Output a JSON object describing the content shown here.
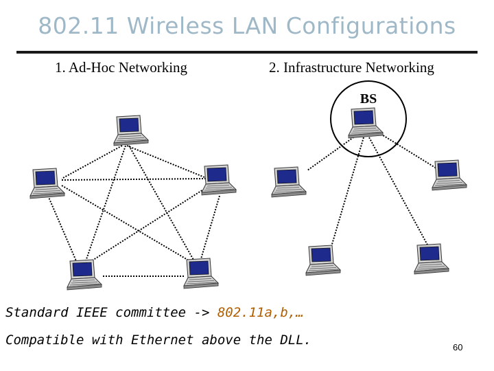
{
  "title": "802.11 Wireless LAN Configurations",
  "sections": {
    "adhoc": "1. Ad-Hoc Networking",
    "infra": "2. Infrastructure Networking"
  },
  "base_station_label": "BS",
  "bullets": {
    "line1_prefix": "Standard IEEE committee -> ",
    "line1_accent": "802.11a,b,…",
    "line2": "Compatible with Ethernet above the DLL."
  },
  "page_number": "60",
  "colors": {
    "title": "#9fb8c8",
    "accent": "#b05d00",
    "screen": "#1e2a8c",
    "laptop_body": "#d4d4d4"
  },
  "icons": [
    "laptop-icon"
  ]
}
